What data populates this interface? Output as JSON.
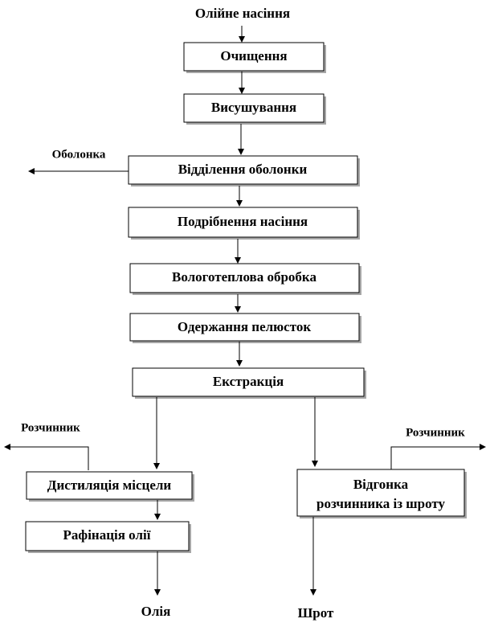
{
  "diagram": {
    "input": "Олійне насіння",
    "steps": [
      "Очищення",
      "Висушування",
      "Відділення оболонки",
      "Подрібнення насіння",
      "Вологотеплова обробка",
      "Одержання пелюсток",
      "Екстракція"
    ],
    "byproducts": {
      "husk": "Оболонка",
      "solvent_left": "Розчинник",
      "solvent_right": "Розчинник"
    },
    "left_branch": [
      "Дистиляція місцели",
      "Рафінація олії"
    ],
    "right_branch": {
      "line1": "Відгонка",
      "line2": "розчинника із шроту"
    },
    "outputs": {
      "oil": "Олія",
      "meal": "Шрот"
    }
  }
}
